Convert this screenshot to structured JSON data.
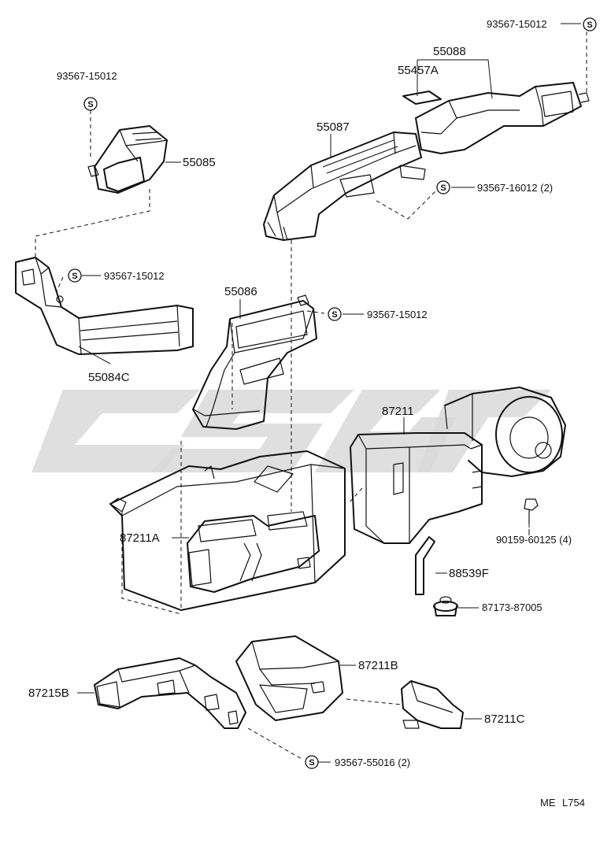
{
  "labels": {
    "screw_top_right": "93567-15012",
    "p55088": "55088",
    "p55457a": "55457A",
    "screw_top_left": "93567-15012",
    "p55087": "55087",
    "p55085": "55085",
    "screw_2_right": "93567-16012 (2)",
    "screw_left_mid": "93567-15012",
    "p55086": "55086",
    "screw_center": "93567-15012",
    "p55084c": "55084C",
    "p87211": "87211",
    "p87211a": "87211A",
    "bolt": "90159-60125 (4)",
    "p88539f": "88539F",
    "p87173": "87173-87005",
    "p87211b": "87211B",
    "p87215b": "87215B",
    "p87211c": "87211C",
    "screw_bottom": "93567-55016 (2)",
    "footer_code": "ME",
    "footer_ref": "L754"
  },
  "screw_symbol": "S",
  "watermark_text": "CSGR"
}
